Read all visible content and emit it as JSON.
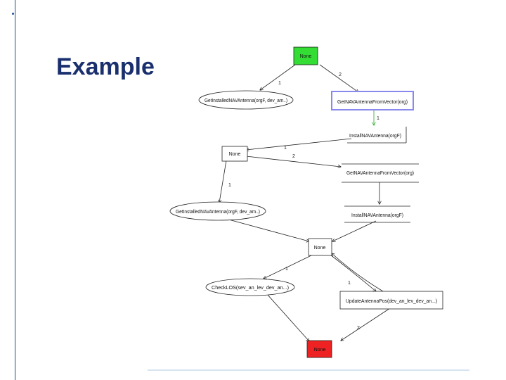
{
  "slide": {
    "title": "Example"
  },
  "diagram": {
    "nodes": {
      "start": "None",
      "ellipse_a": "GetInstalledNAVAntenna(orgF, dev_am..)",
      "box_a": "GetNAVAntennaFromVector(org)",
      "box_b": "InstallNAVAntenna(orgF)",
      "none_2": "None",
      "box_c": "GetNAVAntennaFromVector(org)",
      "ellipse_b": "GetInstalledNAVAntenna(orgF, dev_am..)",
      "box_d": "InstallNAVAntenna(orgF)",
      "none_3": "None",
      "ellipse_c": "CheckLOS(sev_an_lev_dev_an...)",
      "box_e": "UpdateAntennaPos(dev_an_lev_dev_an...)",
      "end": "None"
    },
    "edge_labels": {
      "e1": "1",
      "e2": "2",
      "e3": "1",
      "e4": "1",
      "e5": "2",
      "e6": "1",
      "e7": "1",
      "e8": "1",
      "e9": "2"
    },
    "colors": {
      "start_fill": "#33dd33",
      "end_fill": "#ee2222",
      "highlight": "#8888ee",
      "stroke": "#222222"
    }
  }
}
